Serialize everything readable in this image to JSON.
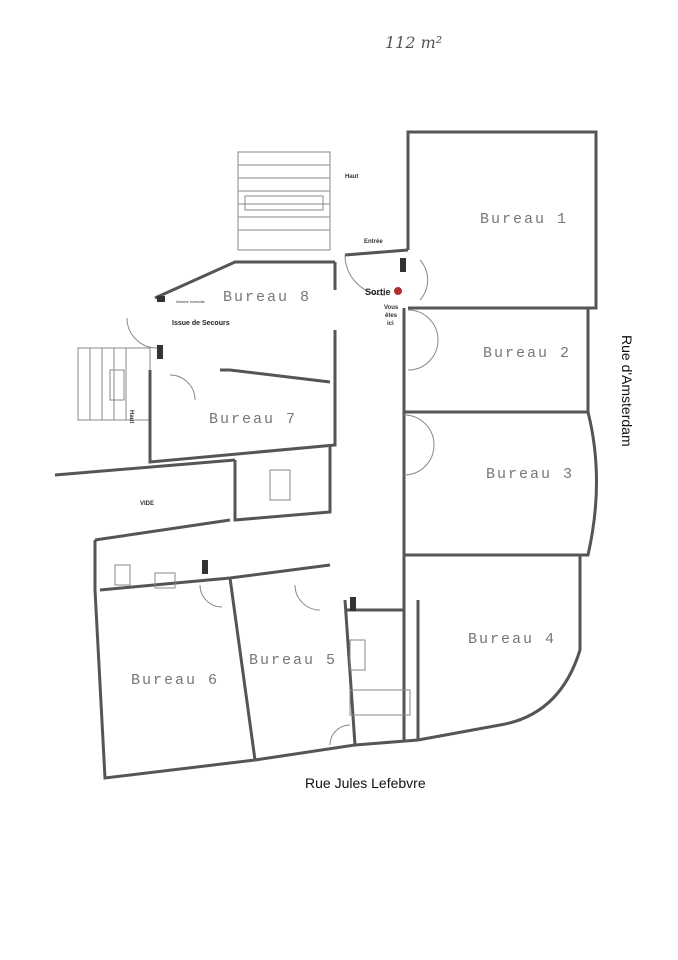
{
  "annotation": {
    "area_handwritten": "112 m²"
  },
  "rooms": {
    "bureau1": "Bureau 1",
    "bureau2": "Bureau 2",
    "bureau3": "Bureau 3",
    "bureau4": "Bureau 4",
    "bureau5": "Bureau 5",
    "bureau6": "Bureau 6",
    "bureau7": "Bureau 7",
    "bureau8": "Bureau 8"
  },
  "labels": {
    "entree": "Entrée",
    "sortie": "Sortie",
    "vous_etes_ici": [
      "Vous",
      "êtes",
      "ici"
    ],
    "issue_secours": "Issue de Secours",
    "alarme": "Alarme incendie",
    "haut_top": "Haut",
    "haut_left": "Haut",
    "vide": "VIDE"
  },
  "streets": {
    "bottom": "Rue Jules Lefebvre",
    "right": "Rue d'Amsterdam"
  },
  "colors": {
    "wall": "#555555",
    "marker": "#b03030"
  }
}
